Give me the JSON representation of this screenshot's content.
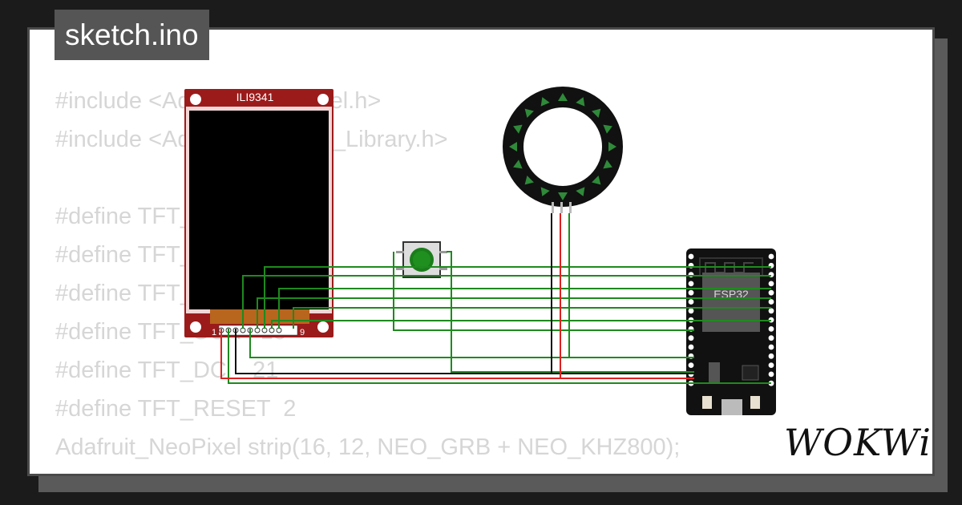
{
  "file_tab": {
    "label": "sketch.ino"
  },
  "code_lines": [
    "#include <Adafruit_NeoPixel.h>",
    "#include <Adafruit_ILI9341_Library.h>",
    "",
    "#define TFT_CS    15",
    "#define TFT_MOSI  23",
    "#define TFT_MISO  19",
    "#define TFT_SCK   18",
    "#define TFT_DC    21",
    "#define TFT_RESET  2",
    "Adafruit_NeoPixel strip(16, 12, NEO_GRB + NEO_KHZ800);"
  ],
  "tft": {
    "label": "ILI9341",
    "pin_start": "1",
    "pin_end": "9"
  },
  "esp32": {
    "label": "ESP32"
  },
  "brand": {
    "logo": "WOKWi"
  },
  "colors": {
    "board_red": "#9b1b1b",
    "wire_green": "#1e8a1e",
    "wire_red": "#e02020",
    "wire_black": "#111111",
    "code_gray": "#d6d6d6"
  }
}
